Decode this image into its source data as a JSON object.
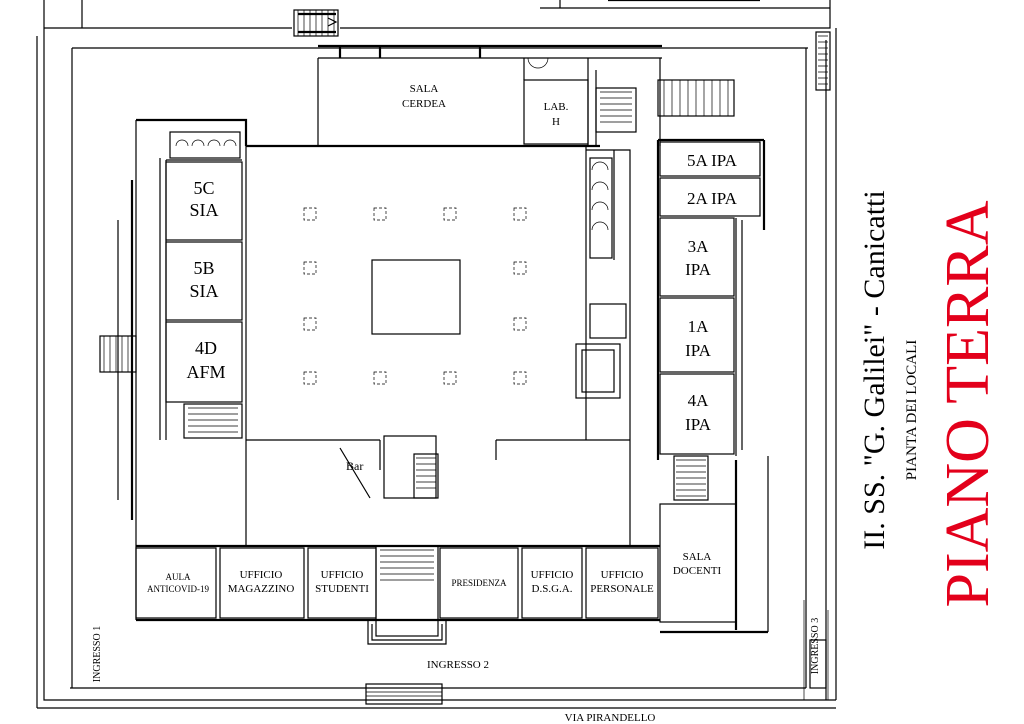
{
  "title": {
    "school": "II. SS. \"G. Galilei\" - Canicatti",
    "subtitle": "PIANTA DEI LOCALI",
    "floor": "PIANO TERRA"
  },
  "labels": {
    "street": "VIA PIRANDELLO",
    "ingresso1": "INGRESSO 1",
    "ingresso2": "INGRESSO 2",
    "ingresso3": "INGRESSO 3",
    "bar": "Bar"
  },
  "rooms": {
    "sala_cerdea": [
      "SALA",
      "CERDEA"
    ],
    "lab_h": [
      "LAB.",
      "H"
    ],
    "r5c": [
      "5C",
      "SIA"
    ],
    "r5b": [
      "5B",
      "SIA"
    ],
    "r4d": [
      "4D",
      "AFM"
    ],
    "r5a_ipa": "5A IPA",
    "r2a_ipa": "2A IPA",
    "r3a": [
      "3A",
      "IPA"
    ],
    "r1a": [
      "1A",
      "IPA"
    ],
    "r4a": [
      "4A",
      "IPA"
    ],
    "aula_covid": [
      "AULA",
      "ANTICOVID-19"
    ],
    "uff_magazzino": [
      "UFFICIO",
      "MAGAZZINO"
    ],
    "uff_studenti": [
      "UFFICIO",
      "STUDENTI"
    ],
    "presidenza": "PRESIDENZA",
    "uff_dsga": [
      "UFFICIO",
      "D.S.G.A."
    ],
    "uff_personale": [
      "UFFICIO",
      "PERSONALE"
    ],
    "sala_docenti": [
      "SALA",
      "DOCENTI"
    ]
  }
}
